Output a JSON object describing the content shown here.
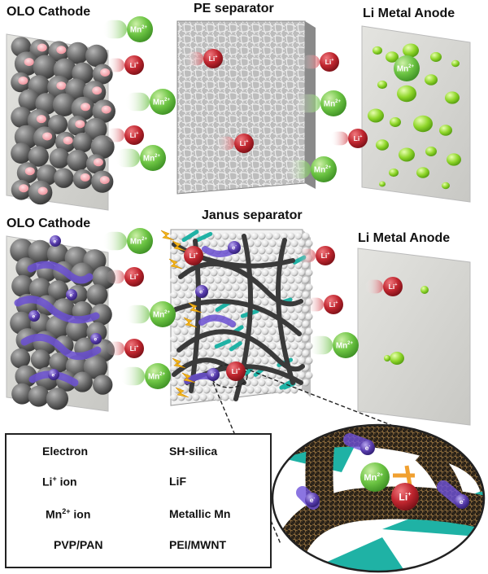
{
  "top_row": {
    "cathode_title": "OLO Cathode",
    "separator_title": "PE separator",
    "anode_title": "Li Metal Anode"
  },
  "bottom_row": {
    "cathode_title": "OLO Cathode",
    "separator_title": "Janus separator",
    "anode_title": "Li Metal Anode"
  },
  "ions": {
    "mn": "Mn",
    "mn_charge": "2+",
    "li": "Li",
    "li_charge": "+",
    "electron": "e",
    "electron_charge": "-"
  },
  "legend": {
    "electron": "Electron",
    "sh_silica": "SH-silica",
    "li_ion": "Li",
    "li_ion_sup": "+",
    "li_ion_suffix": " ion",
    "lif": "LiF",
    "mn_ion": "Mn",
    "mn_ion_sup": "2+",
    "mn_ion_suffix": " ion",
    "metallic_mn": "Metallic Mn",
    "pvp_pan": "PVP/PAN",
    "pei_mwnt": "PEI/MWNT"
  },
  "colors": {
    "mn_green": "#5fb63b",
    "li_red": "#b8232d",
    "electron_purple": "#5b3fb0",
    "lif_pink": "#f0a0a8",
    "metallic_green": "#9ad63a",
    "pvp_teal": "#1fb2a5",
    "cathode_grey": "#6e6e6e"
  }
}
